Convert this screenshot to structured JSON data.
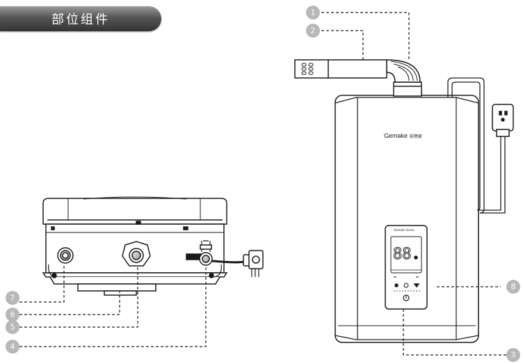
{
  "title": "部位组件",
  "callouts": [
    {
      "number": "1"
    },
    {
      "number": "2"
    },
    {
      "number": "3"
    },
    {
      "number": "4"
    },
    {
      "number": "5"
    },
    {
      "number": "6"
    },
    {
      "number": "7"
    },
    {
      "number": "8"
    }
  ],
  "front_unit": {
    "brand": "Gemake",
    "brand_cn": "前燃家",
    "panel_label": "Gemake Sense",
    "display_digits": "88"
  },
  "colors": {
    "title_bg": "#555555",
    "outline": "#1a1a1a",
    "callout_gray": "#b8b8b8",
    "text_white": "#ffffff"
  }
}
